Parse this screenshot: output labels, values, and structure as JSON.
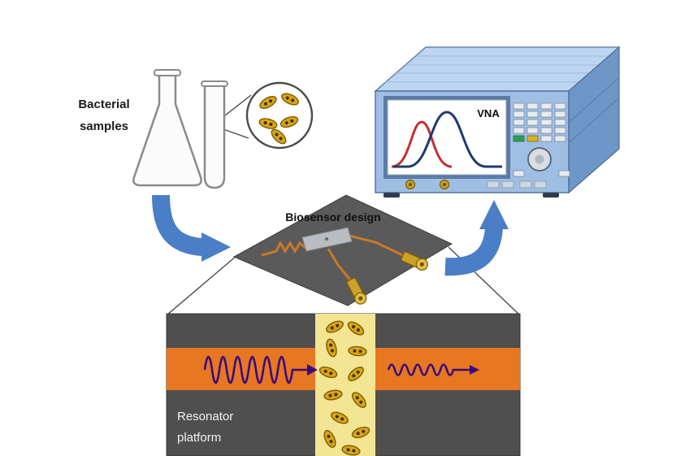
{
  "diagram": {
    "labels": {
      "bacterial_samples_line1": "Bacterial",
      "bacterial_samples_line2": "samples",
      "biosensor_design": "Biosensor design",
      "vna": "VNA",
      "resonator_platform_line1": "Resonator",
      "resonator_platform_line2": "platform"
    },
    "colors": {
      "sample_liquid": "#D9A418",
      "bacteria_fill": "#D9A418",
      "bacteria_outline": "#7A5C00",
      "arrow_blue": "#4A7EC7",
      "board_gray": "#5A5A5A",
      "trace_orange": "#C87A2A",
      "connector_gold": "#C9A227",
      "instrument_front": "#9FBEE3",
      "instrument_top": "#BCD5F0",
      "instrument_side": "#6E96C6",
      "screen_curve_red": "#C43030",
      "screen_curve_blue": "#1F3A6E",
      "panel_dark": "#4F4F4F",
      "band_orange": "#E87722",
      "channel_yellow": "#F3E593",
      "wave_purple": "#3B0B7E"
    }
  }
}
